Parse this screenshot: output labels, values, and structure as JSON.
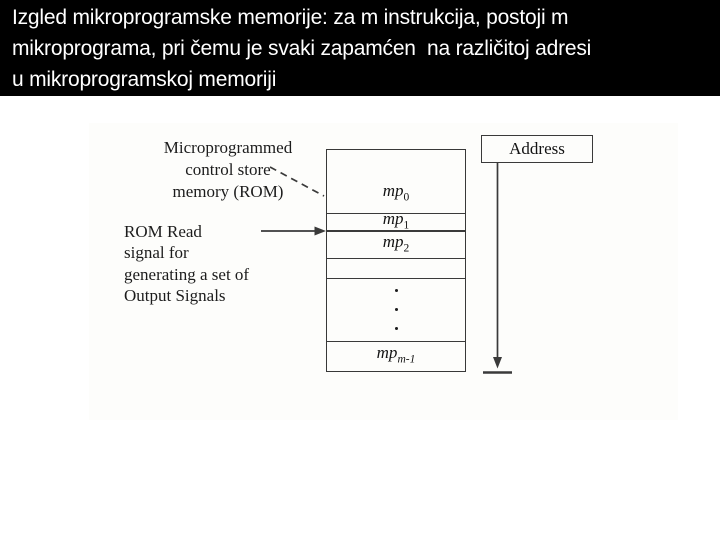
{
  "header": {
    "line1": "Izgled mikroprogramske memorije: za m instrukcija, postoji m",
    "line2": "mikroprograma, pri čemu je svaki zapamćen  na različitoj adresi",
    "line3": "u mikroprogramskoj memoriji"
  },
  "diagram": {
    "control_store_label": [
      "Microprogrammed",
      "control store",
      "memory (ROM)"
    ],
    "rom_read_label": [
      "ROM Read",
      "signal for",
      "generating a set of",
      "Output Signals"
    ],
    "address_box_label": "Address",
    "memory_rows": [
      {
        "kind": "cell",
        "base": "mp",
        "sub": "0"
      },
      {
        "kind": "cell",
        "base": "mp",
        "sub": "1"
      },
      {
        "kind": "cell",
        "base": "mp",
        "sub": "2"
      },
      {
        "kind": "empty-cell"
      },
      {
        "kind": "ellipsis"
      },
      {
        "kind": "cell",
        "base": "mp",
        "sub": "m-1"
      }
    ]
  },
  "colors": {
    "header_bg": "#000000",
    "header_text": "#ffffff",
    "slide_bg": "#ffffff",
    "diagram_line": "#3a3a3a",
    "diagram_text": "#1c1c1c"
  }
}
